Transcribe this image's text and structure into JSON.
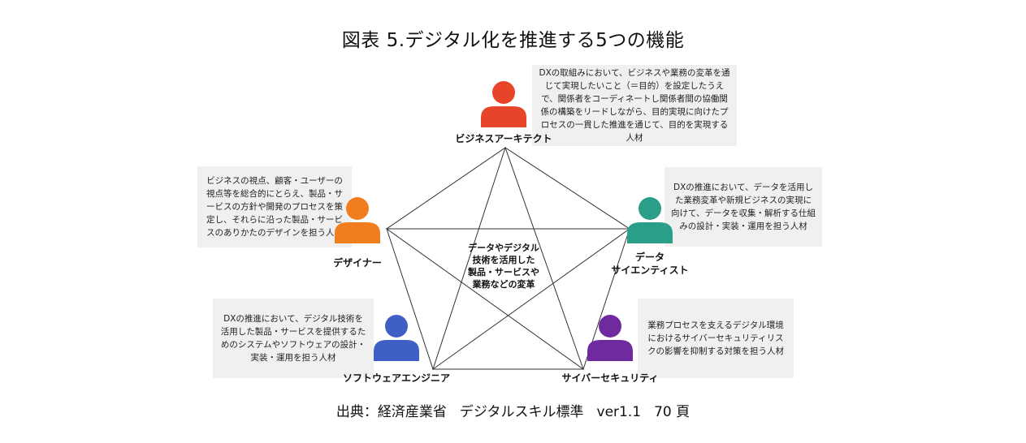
{
  "title": "図表 5.デジタル化を推進する5つの機能",
  "center_text": "データやデジタル\n技術を活用した\n製品・サービスや\n業務などの変革",
  "roles": [
    {
      "id": "architect",
      "label": "ビジネスアーキテクト",
      "color": "#e8442a",
      "description": "DXの取組みにおいて、ビジネスや業務の変革を通じて実現したいこと（＝目的）を設定したうえで、関係者をコーディネートし関係者間の協働関係の構築をリードしながら、目的実現に向けたプロセスの一貫した推進を通じて、目的を実現する人材"
    },
    {
      "id": "data-scientist",
      "label": "データ\nサイエンティスト",
      "color": "#2a9e86",
      "description": "DXの推進において、データを活用した業務変革や新規ビジネスの実現に向けて、データを収集・解析する仕組みの設計・実装・運用を担う人材"
    },
    {
      "id": "cyber-security",
      "label": "サイバーセキュリティ",
      "color": "#6e2a9e",
      "description": "業務プロセスを支えるデジタル環境におけるサイバーセキュリティリスクの影響を抑制する対策を担う人材"
    },
    {
      "id": "software-engineer",
      "label": "ソフトウェアエンジニア",
      "color": "#3f5fc4",
      "description": "DXの推進において、デジタル技術を活用した製品・サービスを提供するためのシステムやソフトウェアの設計・実装・運用を担う人材"
    },
    {
      "id": "designer",
      "label": "デザイナー",
      "color": "#f07d1e",
      "description": "ビジネスの視点、顧客・ユーザーの視点等を総合的にとらえ、製品・サービスの方針や開発のプロセスを策定し、それらに沿った製品・サービスのありかたのデザインを担う人材"
    }
  ],
  "source": {
    "label": "出典：経済産業省",
    "doc": "デジタルスキル標準",
    "version": "ver1.1",
    "page": "70 頁"
  }
}
